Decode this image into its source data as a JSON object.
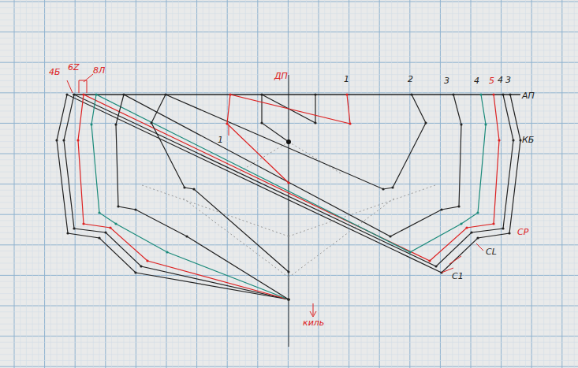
{
  "diagram": {
    "labels": [
      "4Б",
      "6Z",
      "8Л",
      "ДП",
      "1",
      "2",
      "3",
      "4",
      "5",
      "4",
      "3",
      "АП",
      "КБ",
      "СР",
      "СL",
      "С1",
      "киль",
      "1"
    ]
  }
}
